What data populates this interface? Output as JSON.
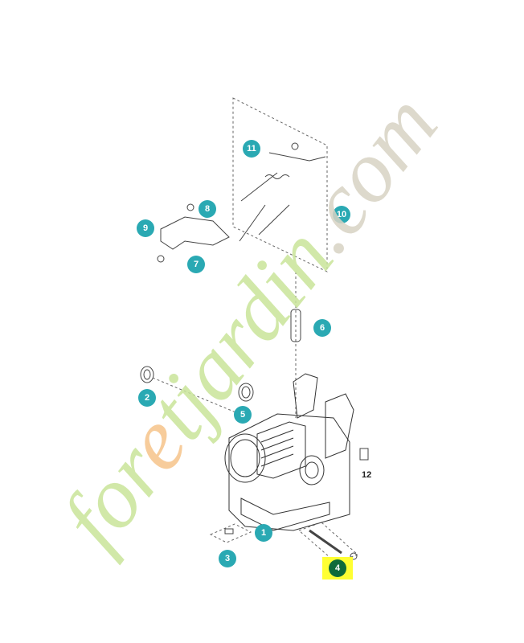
{
  "watermark": {
    "text": "foretjardin.com"
  },
  "callouts": [
    {
      "id": "1",
      "label": "1"
    },
    {
      "id": "2",
      "label": "2"
    },
    {
      "id": "3",
      "label": "3"
    },
    {
      "id": "4",
      "label": "4"
    },
    {
      "id": "5",
      "label": "5"
    },
    {
      "id": "6",
      "label": "6"
    },
    {
      "id": "7",
      "label": "7"
    },
    {
      "id": "8",
      "label": "8"
    },
    {
      "id": "9",
      "label": "9"
    },
    {
      "id": "10",
      "label": "10"
    },
    {
      "id": "11",
      "label": "11"
    },
    {
      "id": "12",
      "label": "12"
    }
  ],
  "colors": {
    "callout": "#2aa9b3",
    "highlight": "#ffff33",
    "highlight_callout": "#0f6b3a",
    "watermark_green": "#c9e59a",
    "watermark_orange": "#f6c48a",
    "watermark_gray": "#d8d3c4"
  }
}
